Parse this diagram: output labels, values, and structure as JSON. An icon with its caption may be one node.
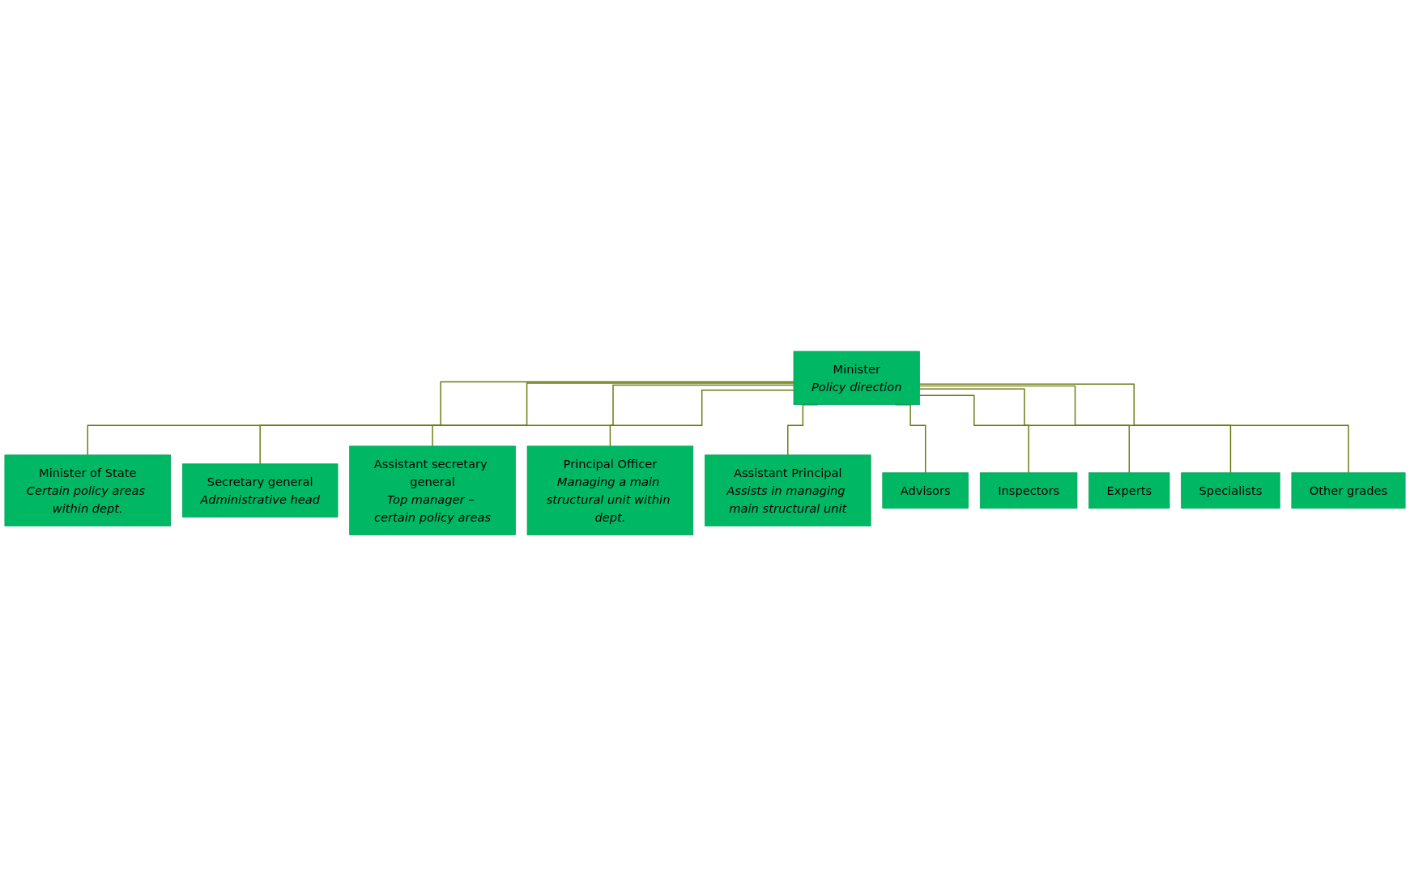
{
  "diagram": {
    "nodes": [
      {
        "text": [
          "Minister",
          "Policy direction"
        ]
      },
      {
        "text": [
          "Minister of State",
          "Certain policy areas within dept."
        ]
      },
      {
        "text": [
          "Secretary general",
          "Administrative head"
        ]
      },
      {
        "text": [
          "Assistant secretary general",
          "Top manager – certain policy areas"
        ]
      },
      {
        "text": [
          "Principal Officer",
          "Managing a main structural unit within dept."
        ]
      },
      {
        "text": [
          "Assistant Principal",
          "Assists in managing main structural unit"
        ]
      },
      {
        "text": [
          "Advisors"
        ]
      },
      {
        "text": [
          "Inspectors"
        ]
      },
      {
        "text": [
          "Experts"
        ]
      },
      {
        "text": [
          "Specialists"
        ]
      },
      {
        "text": [
          "Other grades"
        ]
      }
    ],
    "edges": [
      {
        "from": 0,
        "to": 1,
        "arrow": "none"
      },
      {
        "from": 0,
        "to": 2,
        "arrow": "none"
      },
      {
        "from": 0,
        "to": 3,
        "arrow": "none"
      },
      {
        "from": 0,
        "to": 4,
        "arrow": "none"
      },
      {
        "from": 0,
        "to": 5,
        "arrow": "none"
      },
      {
        "from": 0,
        "to": 6,
        "arrow": "none"
      },
      {
        "from": 0,
        "to": 7,
        "arrow": "none"
      },
      {
        "from": 0,
        "to": 8,
        "arrow": "none"
      },
      {
        "from": 0,
        "to": 9,
        "arrow": "none"
      },
      {
        "from": 0,
        "to": 10,
        "arrow": "none"
      }
    ]
  }
}
